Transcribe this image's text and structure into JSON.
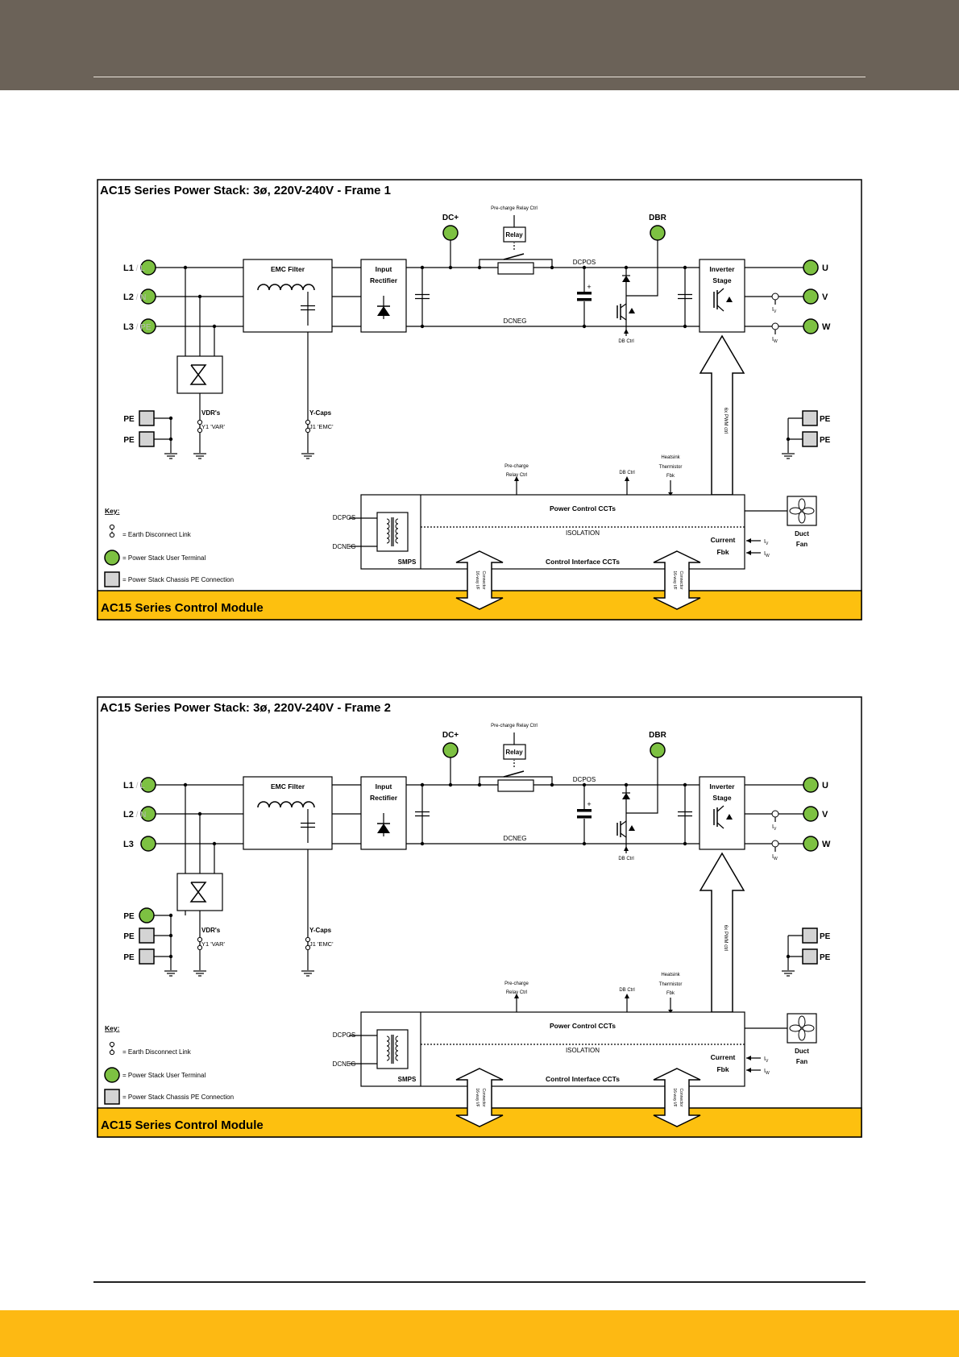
{
  "colors": {
    "header_band": "#6b6258",
    "footer_band": "#fdb913",
    "module_band": "#fdc00f",
    "terminal_green": "#7dc142",
    "pe_grey": "#d4d4d4",
    "line": "#000000"
  },
  "frames": [
    {
      "title": "AC15 Series Power Stack: 3ø, 220V-240V - Frame 1",
      "module_label": "AC15 Series Control Module",
      "inputs": [
        {
          "label": "L1",
          "alt": " / L"
        },
        {
          "label": "L2",
          "alt": " / N"
        },
        {
          "label": "L3",
          "alt": " / PE"
        }
      ],
      "left_pe": [
        "PE",
        "PE"
      ],
      "dcplus": "DC+",
      "dbr": "DBR",
      "precharge_relay_ctrl": "Pre-charge Relay Ctrl",
      "relay": "Relay",
      "emc_filter": "EMC Filter",
      "input_rectifier": [
        "Input",
        "Rectifier"
      ],
      "dcpos": "DCPOS",
      "dcneg": "DCNEG",
      "db_ctrl": "DB Ctrl",
      "inverter": [
        "Inverter",
        "Stage"
      ],
      "outputs": [
        "U",
        "V",
        "W"
      ],
      "iv": "I",
      "iv_sub": "V",
      "iw": "I",
      "iw_sub": "W",
      "vdrs": "VDR's",
      "y1_var": "Y1 'VAR'",
      "ycaps": "Y-Caps",
      "j1_emc": "J1 'EMC'",
      "pwm": "6x PWM ctrl",
      "right_pe": [
        "PE",
        "PE"
      ],
      "precharge_fb": [
        "Pre-charge",
        "Relay Ctrl"
      ],
      "db_ctrl_fb": "DB Ctrl",
      "heatsink": [
        "Heatsink",
        "Thermistor",
        "Fbk"
      ],
      "key_title": "Key:",
      "key_items": [
        "= Earth Disconnect Link",
        "= Power Stack User Terminal",
        "= Power Stack Chassis PE Connection"
      ],
      "ctl_dcpos": "DCPOS",
      "ctl_dcneg": "DCNEG",
      "smps": "SMPS",
      "power_control": "Power Control CCTs",
      "isolation": "ISOLATION",
      "control_interface": "Control Interface CCTs",
      "current_fbk": [
        "Current",
        "Fbk"
      ],
      "ctl_iv": "I",
      "ctl_iv_sub": "V",
      "ctl_iw": "I",
      "ctl_iw_sub": "W",
      "duct_fan": [
        "Duct",
        "Fan"
      ],
      "connector_a": [
        "16-way I/F",
        "Connector"
      ],
      "connector_b": [
        "16-way I/F",
        "Connector"
      ]
    },
    {
      "title": "AC15 Series Power Stack: 3ø, 220V-240V - Frame 2",
      "module_label": "AC15 Series Control Module",
      "inputs": [
        {
          "label": "L1",
          "alt": " / L"
        },
        {
          "label": "L2",
          "alt": " / N"
        },
        {
          "label": "L3",
          "alt": ""
        }
      ],
      "left_pe": [
        "PE",
        "PE",
        "PE"
      ],
      "dcplus": "DC+",
      "dbr": "DBR",
      "precharge_relay_ctrl": "Pre-charge Relay Ctrl",
      "relay": "Relay",
      "emc_filter": "EMC Filter",
      "input_rectifier": [
        "Input",
        "Rectifier"
      ],
      "dcpos": "DCPOS",
      "dcneg": "DCNEG",
      "db_ctrl": "DB Ctrl",
      "inverter": [
        "Inverter",
        "Stage"
      ],
      "outputs": [
        "U",
        "V",
        "W"
      ],
      "iv": "I",
      "iv_sub": "V",
      "iw": "I",
      "iw_sub": "W",
      "vdrs": "VDR's",
      "y1_var": "Y1 'VAR'",
      "ycaps": "Y-Caps",
      "j1_emc": "J1 'EMC'",
      "pwm": "6x PWM ctrl",
      "right_pe": [
        "PE",
        "PE"
      ],
      "precharge_fb": [
        "Pre-charge",
        "Relay Ctrl"
      ],
      "db_ctrl_fb": "DB Ctrl",
      "heatsink": [
        "Heatsink",
        "Thermistor",
        "Fbk"
      ],
      "key_title": "Key:",
      "key_items": [
        "= Earth Disconnect Link",
        "= Power Stack User Terminal",
        "= Power Stack Chassis PE Connection"
      ],
      "ctl_dcpos": "DCPOS",
      "ctl_dcneg": "DCNEG",
      "smps": "SMPS",
      "power_control": "Power Control CCTs",
      "isolation": "ISOLATION",
      "control_interface": "Control Interface CCTs",
      "current_fbk": [
        "Current",
        "Fbk"
      ],
      "ctl_iv": "I",
      "ctl_iv_sub": "V",
      "ctl_iw": "I",
      "ctl_iw_sub": "W",
      "duct_fan": [
        "Duct",
        "Fan"
      ],
      "connector_a": [
        "16-way I/F",
        "Connector"
      ],
      "connector_b": [
        "16-way I/F",
        "Connector"
      ]
    }
  ]
}
